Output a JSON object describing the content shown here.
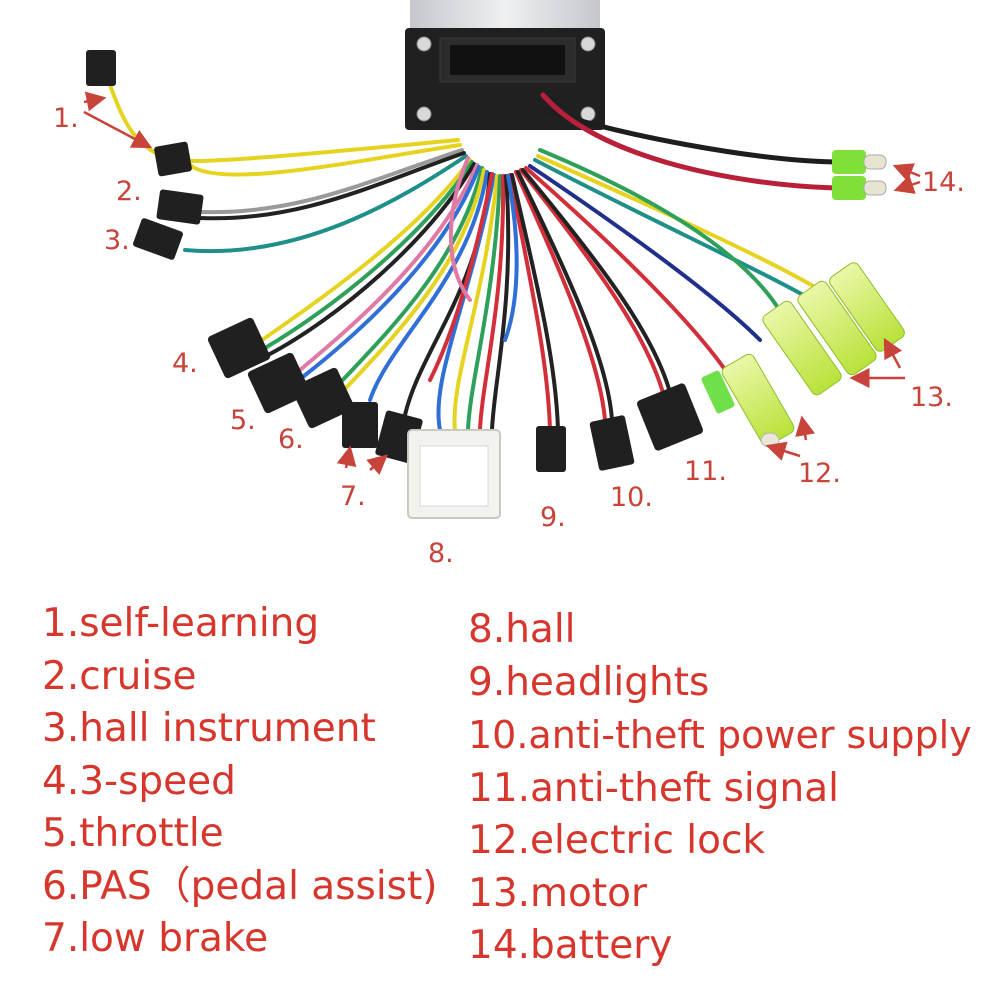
{
  "callouts": [
    {
      "id": "1",
      "text": "1."
    },
    {
      "id": "2",
      "text": "2."
    },
    {
      "id": "3",
      "text": "3."
    },
    {
      "id": "4",
      "text": "4."
    },
    {
      "id": "5",
      "text": "5."
    },
    {
      "id": "6",
      "text": "6."
    },
    {
      "id": "7",
      "text": "7."
    },
    {
      "id": "8",
      "text": "8."
    },
    {
      "id": "9",
      "text": "9."
    },
    {
      "id": "10",
      "text": "10."
    },
    {
      "id": "11",
      "text": "11."
    },
    {
      "id": "12",
      "text": "12."
    },
    {
      "id": "13",
      "text": "13."
    },
    {
      "id": "14",
      "text": "14."
    }
  ],
  "legend": {
    "left": [
      "1.self-learning",
      "2.cruise",
      "3.hall instrument",
      "4.3-speed",
      "5.throttle",
      "6.PAS（pedal assist)",
      "7.low brake"
    ],
    "right": [
      "8.hall",
      "9.headlights",
      "10.anti-theft power supply",
      "11.anti-theft signal",
      "12.electric lock",
      "13.motor",
      "14.battery"
    ]
  },
  "colors": {
    "label_red": "#d6362c",
    "arrow_red": "#c8433a",
    "yellow_wire": "#e6d320",
    "blue_wire": "#2f6fd6",
    "green_wire": "#2fa05a",
    "teal_wire": "#1f8f8a",
    "red_wire": "#d22f3a",
    "black_wire": "#1e1e1e",
    "pink_wire": "#e07aa5",
    "grey_wire": "#9a9a9a",
    "navy_wire": "#1f2f8a",
    "connector_black": "#202020",
    "connector_white": "#f2f2ee",
    "bullet_green": "#9fe23c",
    "controller_body": "#d9dde1"
  }
}
